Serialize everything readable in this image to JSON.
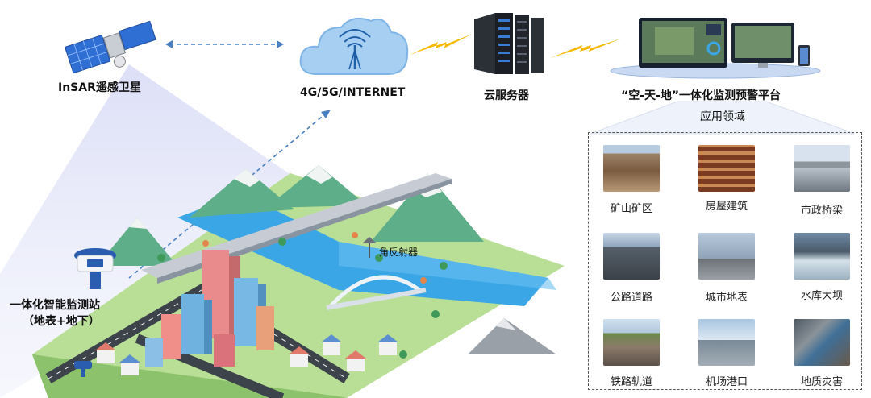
{
  "nodes": {
    "satellite": "InSAR遥感卫星",
    "network": "4G/5G/INTERNET",
    "server": "云服务器",
    "platform": "“空-天-地”一体化监测预警平台",
    "station_line1": "一体化智能监测站",
    "station_line2": "（地表+地下）",
    "reflector": "角反射器"
  },
  "application": {
    "title": "应用领域",
    "items": [
      {
        "label": "矿山矿区",
        "icon": "mine-image"
      },
      {
        "label": "房屋建筑",
        "icon": "building-image"
      },
      {
        "label": "市政桥梁",
        "icon": "bridge-image"
      },
      {
        "label": "公路道路",
        "icon": "highway-image"
      },
      {
        "label": "城市地表",
        "icon": "city-image"
      },
      {
        "label": "水库大坝",
        "icon": "dam-image"
      },
      {
        "label": "铁路轨道",
        "icon": "railway-image"
      },
      {
        "label": "机场港口",
        "icon": "airport-image"
      },
      {
        "label": "地质灾害",
        "icon": "disaster-image"
      }
    ]
  },
  "colors": {
    "sky_beam": "#d8dcf5",
    "water": "#3aa6e6",
    "grass": "#9fd07a",
    "mountain": "#5fae8a",
    "lightning": "#f5b800",
    "dashed_link": "#4a7fc1",
    "cloud": "#9ac8f0"
  }
}
